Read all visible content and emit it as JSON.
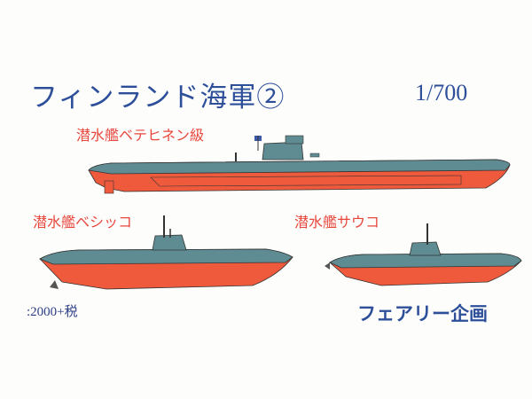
{
  "title": "フィンランド海軍②",
  "scale": "1/700",
  "ships": [
    {
      "name": "潜水艦ベテヒネン級"
    },
    {
      "name": "潜水艦ベシッコ"
    },
    {
      "name": "潜水艦サウコ"
    }
  ],
  "price": ":2000+税",
  "maker": "フェアリー企画",
  "colors": {
    "text_blue": "#2d4f9a",
    "text_red": "#e8473c",
    "hull_red": "#f05a3c",
    "hull_gray": "#5f8c92"
  }
}
